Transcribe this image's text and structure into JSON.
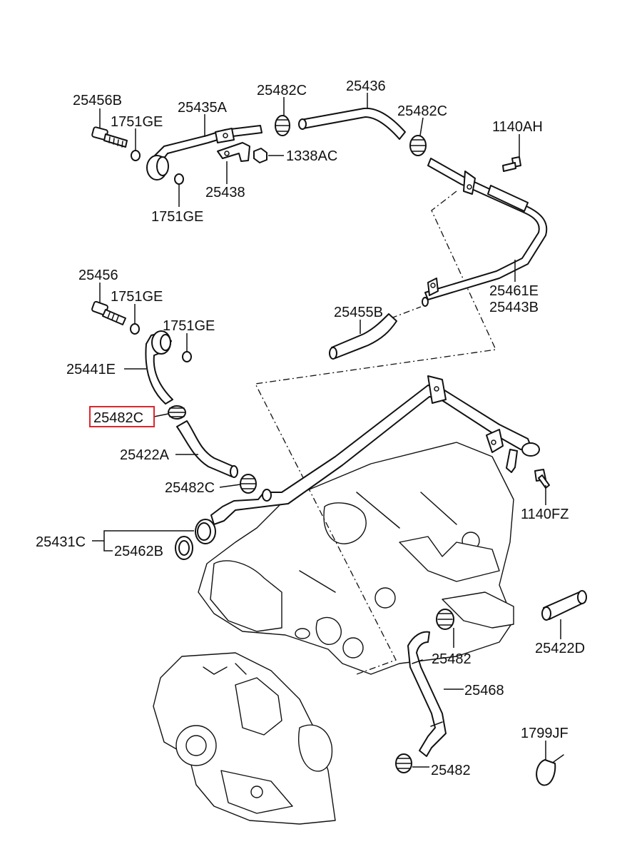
{
  "diagram": {
    "highlighted_part": "25482C",
    "accent_color": "#e0242b",
    "callouts": {
      "c_25456B": "25456B",
      "c_1751GE_a": "1751GE",
      "c_25435A": "25435A",
      "c_25482C_a": "25482C",
      "c_25436": "25436",
      "c_25482C_b": "25482C",
      "c_1140AH": "1140AH",
      "c_1338AC": "1338AC",
      "c_25438": "25438",
      "c_1751GE_b": "1751GE",
      "c_25456": "25456",
      "c_1751GE_c": "1751GE",
      "c_1751GE_d": "1751GE",
      "c_25441E": "25441E",
      "c_25455B": "25455B",
      "c_25461E": "25461E",
      "c_25443B": "25443B",
      "c_25482C_hl": "25482C",
      "c_25422A": "25422A",
      "c_25482C_c": "25482C",
      "c_1140FZ": "1140FZ",
      "c_25431C": "25431C",
      "c_25462B": "25462B",
      "c_25482_a": "25482",
      "c_25422D": "25422D",
      "c_25468": "25468",
      "c_1799JF": "1799JF",
      "c_25482_b": "25482"
    }
  }
}
